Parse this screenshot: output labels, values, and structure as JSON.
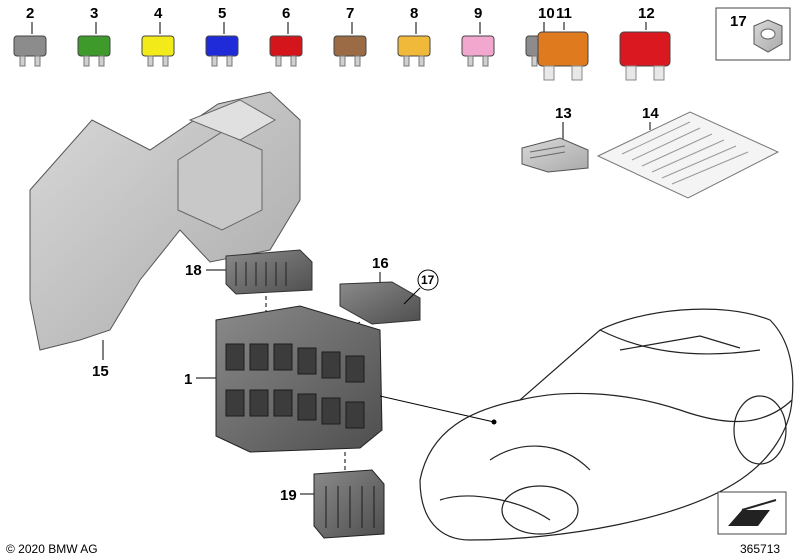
{
  "fuses": [
    {
      "label": "2",
      "color": "#8c8c8c"
    },
    {
      "label": "3",
      "color": "#3f9a2c"
    },
    {
      "label": "4",
      "color": "#f3ea1a"
    },
    {
      "label": "5",
      "color": "#1f2bd8"
    },
    {
      "label": "6",
      "color": "#d4161c"
    },
    {
      "label": "7",
      "color": "#9a6b45"
    },
    {
      "label": "8",
      "color": "#f0b93a"
    },
    {
      "label": "9",
      "color": "#f2a7cf"
    },
    {
      "label": "10",
      "color": "#8c8c8c"
    }
  ],
  "maxi_fuses": [
    {
      "label": "11",
      "color": "#e07a1f"
    },
    {
      "label": "12",
      "color": "#d9191f"
    }
  ],
  "parts": {
    "p1": "1",
    "p13": "13",
    "p14": "14",
    "p15": "15",
    "p16": "16",
    "p17_circled": "17",
    "p17_box": "17",
    "p18": "18",
    "p19": "19"
  },
  "footer": {
    "copyright": "© 2020 BMW AG",
    "diagram_id": "365713"
  }
}
